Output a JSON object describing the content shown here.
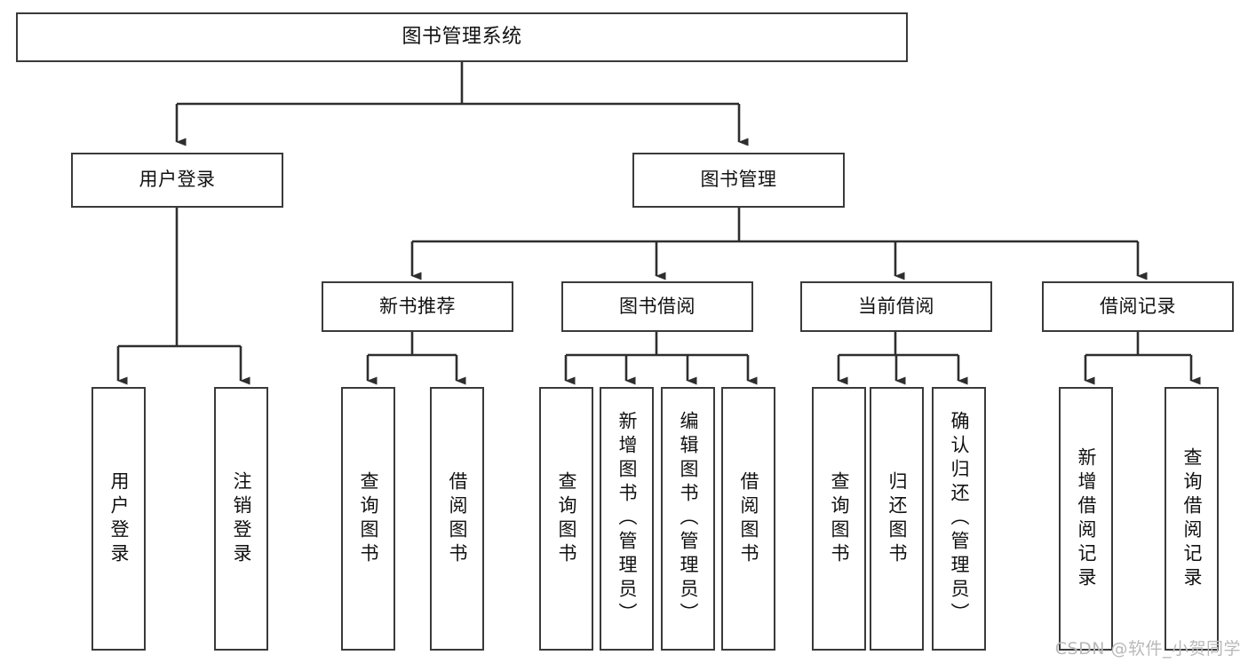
{
  "diagram": {
    "title": "图书管理系统",
    "type": "tree-hierarchy-diagram",
    "watermark": "CSDN @软件_小贺同学",
    "colors": {
      "stroke": "#3a3a3a",
      "text": "#111111",
      "background": "#ffffff",
      "watermark": "#b9b9b9"
    },
    "levels": {
      "root": {
        "label": "图书管理系统"
      },
      "level2": [
        {
          "label": "用户登录"
        },
        {
          "label": "图书管理"
        }
      ],
      "level3": [
        {
          "label": "新书推荐"
        },
        {
          "label": "图书借阅"
        },
        {
          "label": "当前借阅"
        },
        {
          "label": "借阅记录"
        }
      ],
      "leaves": {
        "user_login": [
          {
            "label": "用户登录"
          },
          {
            "label": "注销登录"
          }
        ],
        "new_book_recommend": [
          {
            "label": "查询图书"
          },
          {
            "label": "借阅图书"
          }
        ],
        "book_borrow": [
          {
            "label": "查询图书"
          },
          {
            "label": "新增图书（管理员）"
          },
          {
            "label": "编辑图书（管理员）"
          },
          {
            "label": "借阅图书"
          }
        ],
        "current_borrow": [
          {
            "label": "查询图书"
          },
          {
            "label": "归还图书"
          },
          {
            "label": "确认归还（管理员）"
          }
        ],
        "borrow_record": [
          {
            "label": "新增借阅记录"
          },
          {
            "label": "查询借阅记录"
          }
        ]
      }
    }
  }
}
